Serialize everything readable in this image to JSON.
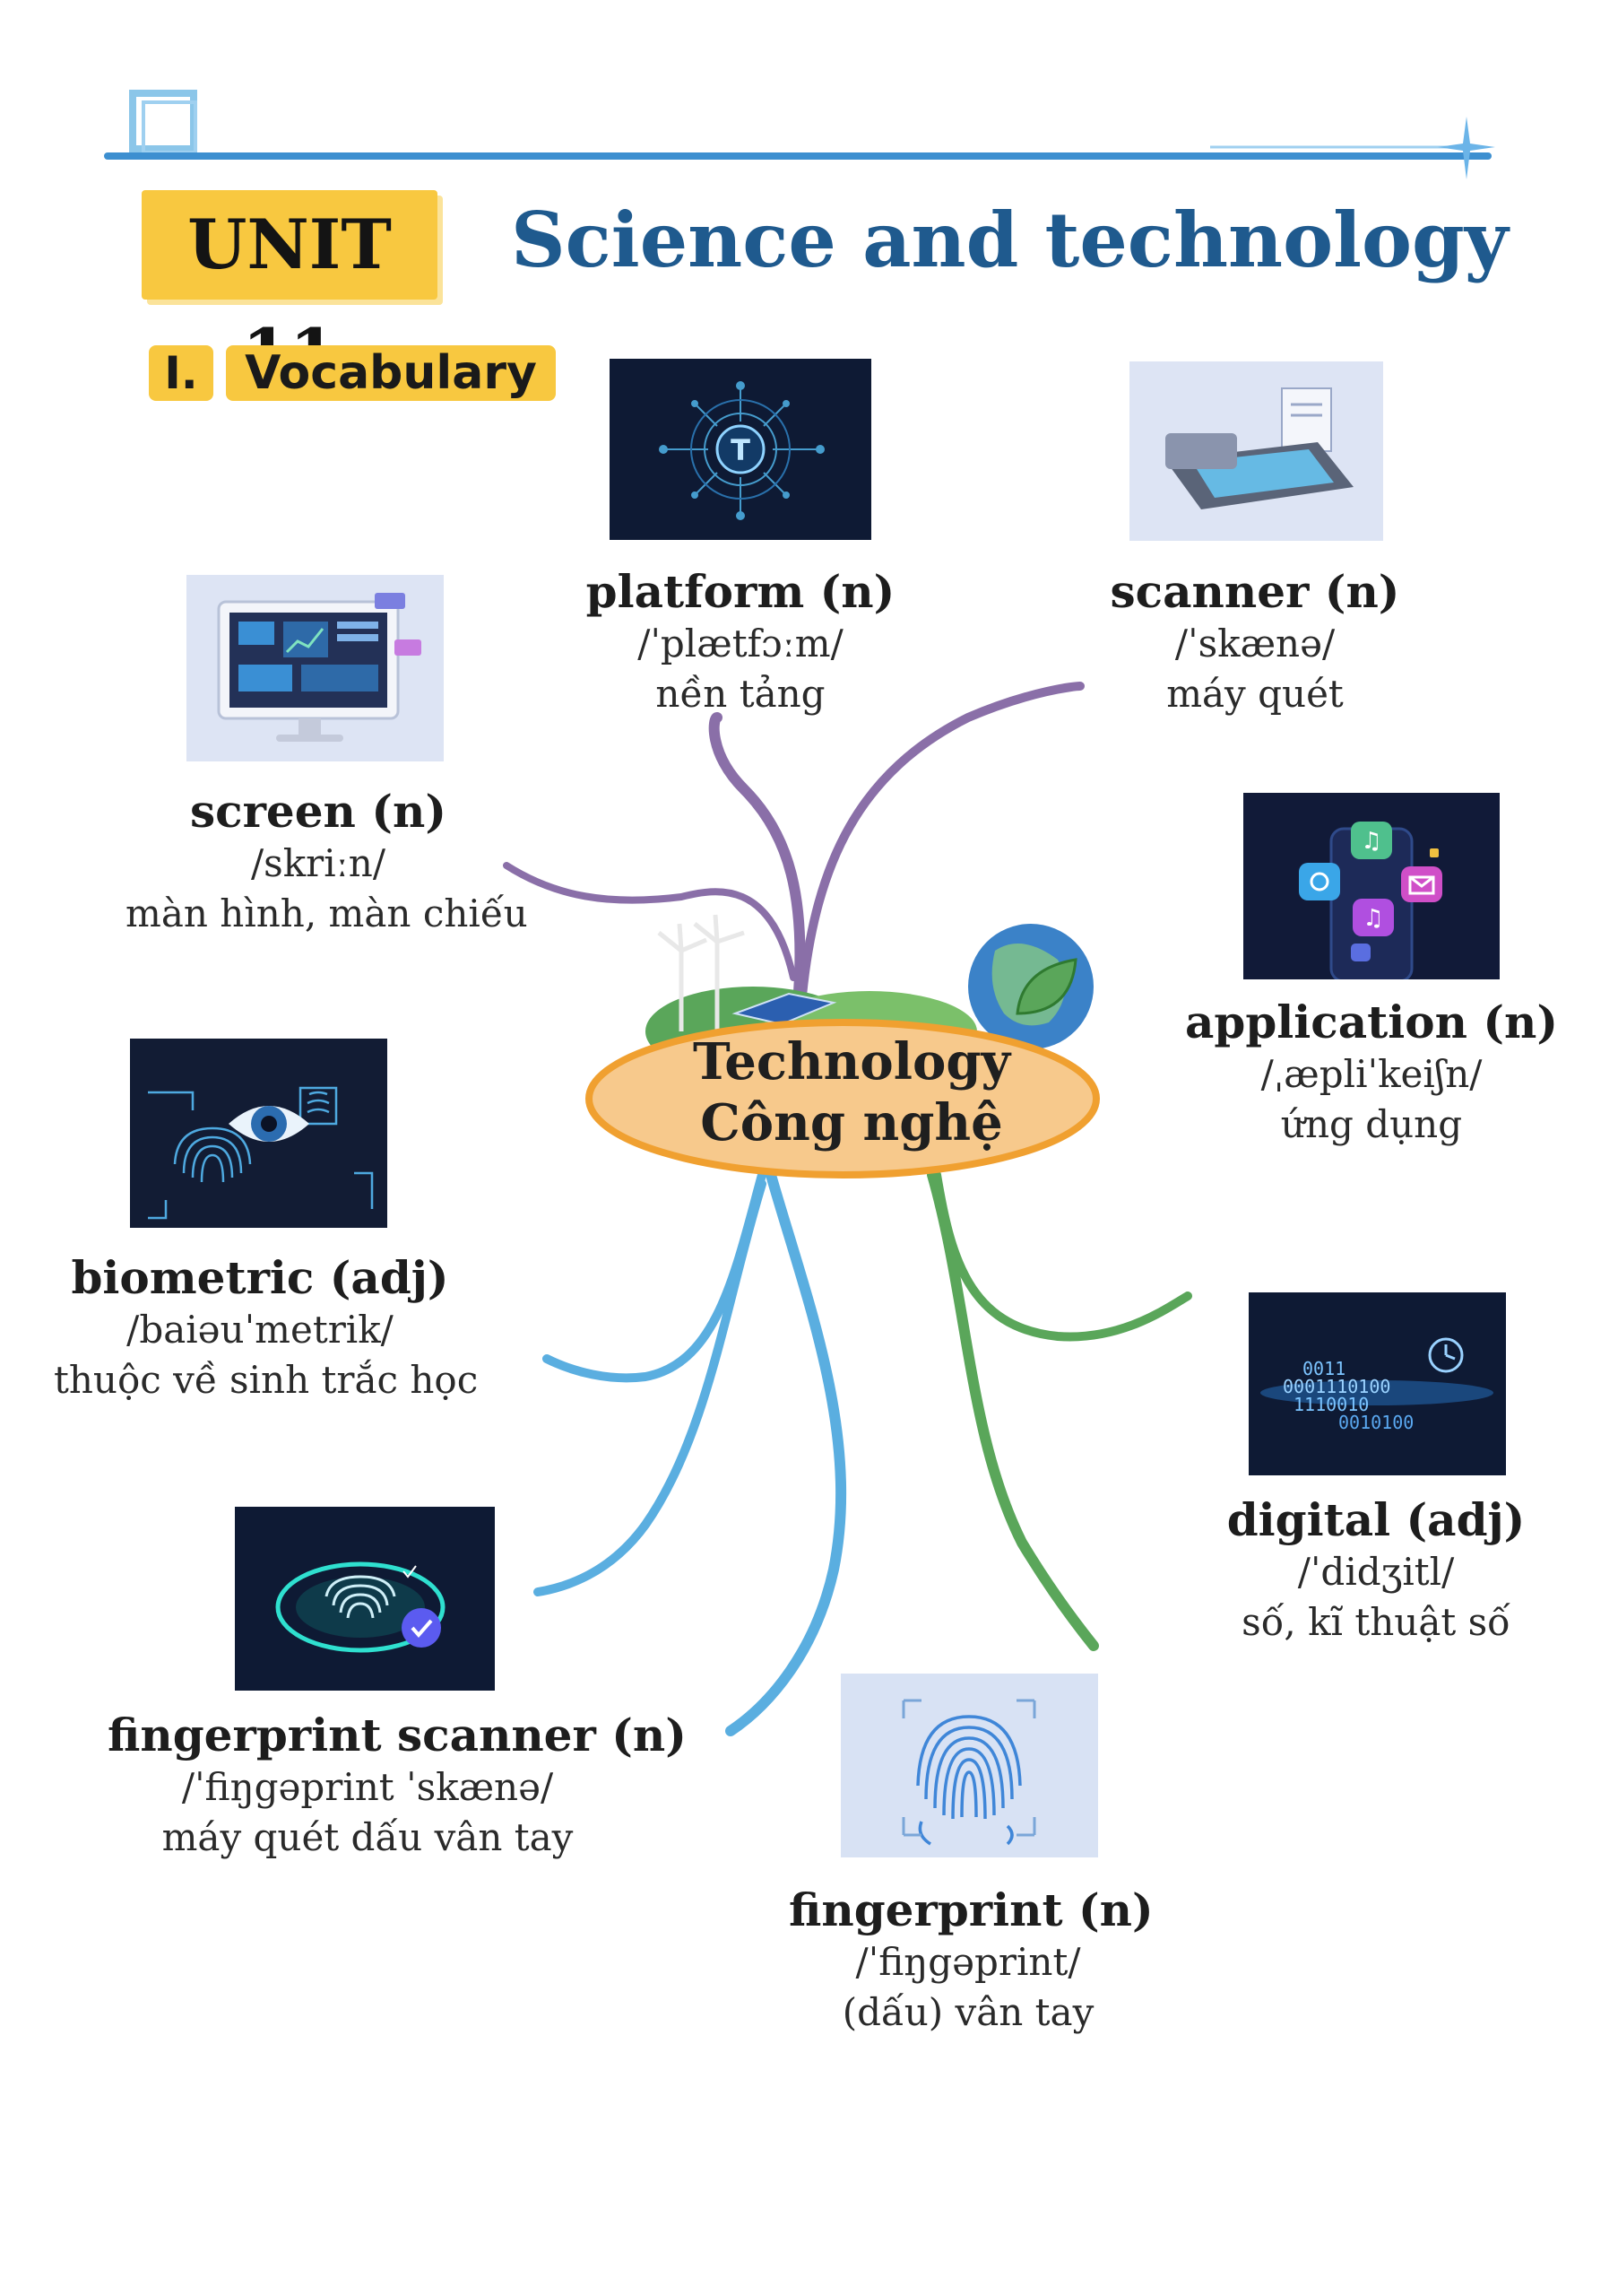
{
  "header": {
    "unit": "UNIT 11",
    "title": "Science and technology"
  },
  "section": {
    "number": "I.",
    "label": "Vocabulary"
  },
  "center": {
    "en": "Technology",
    "vi": "Công nghệ"
  },
  "words": {
    "platform": {
      "term": "platform (n)",
      "ipa": "/ˈplætfɔːm/",
      "meaning": "nền tảng",
      "icon": "circuit-t-icon"
    },
    "scanner": {
      "term": "scanner (n)",
      "ipa": "/ˈskænə/",
      "meaning": "máy quét",
      "icon": "flatbed-scanner-icon"
    },
    "screen": {
      "term": "screen (n)",
      "ipa": "/skriːn/",
      "meaning": "màn hình, màn chiếu",
      "icon": "monitor-icon"
    },
    "application": {
      "term": "application (n)",
      "ipa": "/ˌæpliˈkeiʃn/",
      "meaning": "ứng dụng",
      "icon": "app-icons"
    },
    "biometric": {
      "term": "biometric (adj)",
      "ipa": "/baiəuˈmetrik/",
      "meaning": "thuộc về sinh trắc học",
      "icon": "eye-fingerprint-icon"
    },
    "digital": {
      "term": "digital (adj)",
      "ipa": "/ˈdidʒitl/",
      "meaning": "số, kĩ thuật số",
      "icon": "binary-code-icon"
    },
    "fingerprint_scanner": {
      "term": "fingerprint scanner (n)",
      "ipa": "/ˈfiŋgəprint ˈskænə/",
      "meaning": "máy quét dấu vân tay",
      "icon": "fingerprint-check-icon"
    },
    "fingerprint": {
      "term": "fingerprint (n)",
      "ipa": "/ˈfiŋgəprint/",
      "meaning": "(dấu) vân tay",
      "icon": "fingerprint-icon"
    }
  },
  "colors": {
    "title_blue": "#1f5a8e",
    "highlight_yellow": "#f8c840",
    "branch_purple": "#8a6fa8",
    "branch_blue": "#5aaee0",
    "branch_green": "#5aa65a",
    "ellipse_fill": "#f7c98c",
    "ellipse_stroke": "#f0a030"
  }
}
